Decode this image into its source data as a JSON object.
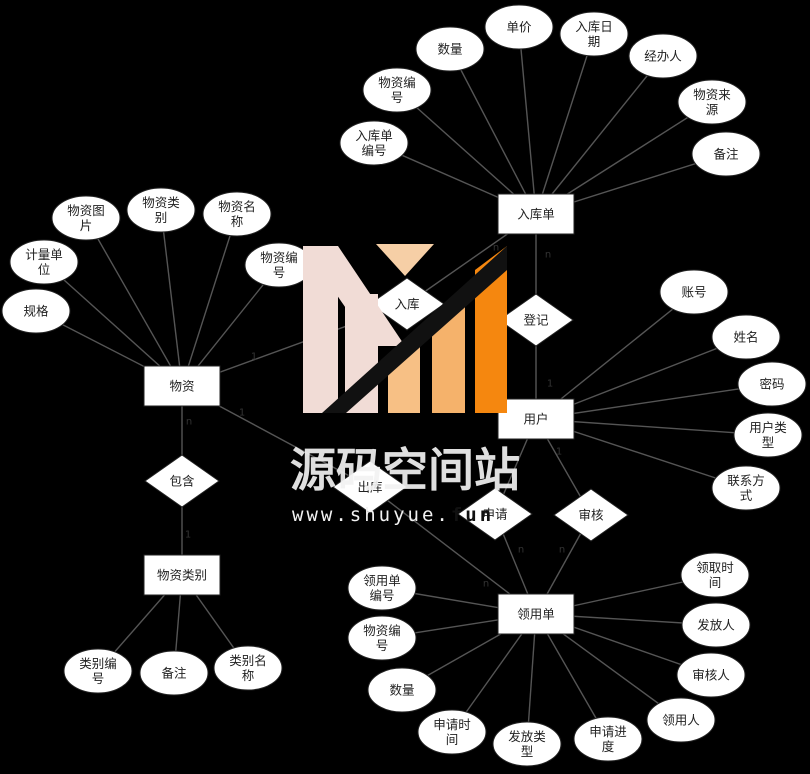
{
  "entities": {
    "inbound": "入库单",
    "material": "物资",
    "user": "用户",
    "category": "物资类别",
    "requisition": "领用单"
  },
  "relationships": {
    "inbound_rel": "入库",
    "register": "登记",
    "contains": "包含",
    "outbound": "出库",
    "apply": "申请",
    "review": "审核"
  },
  "attributes": {
    "inbound": {
      "code": [
        "入库单",
        "编号"
      ],
      "material_code": [
        "物资编",
        "号"
      ],
      "quantity": "数量",
      "price": "单价",
      "date": [
        "入库日",
        "期"
      ],
      "handler": "经办人",
      "source": [
        "物资来",
        "源"
      ],
      "note": "备注"
    },
    "material": {
      "spec": "规格",
      "unit": [
        "计量单",
        "位"
      ],
      "picture": [
        "物资图",
        "片"
      ],
      "category": [
        "物资类",
        "别"
      ],
      "name": [
        "物资名",
        "称"
      ],
      "code": [
        "物资编",
        "号"
      ]
    },
    "user": {
      "account": "账号",
      "name": "姓名",
      "password": "密码",
      "type": [
        "用户类",
        "型"
      ],
      "contact": [
        "联系方",
        "式"
      ]
    },
    "category": {
      "code": [
        "类别编",
        "号"
      ],
      "note": "备注",
      "name": [
        "类别名",
        "称"
      ]
    },
    "requisition": {
      "code": [
        "领用单",
        "编号"
      ],
      "material_code": [
        "物资编",
        "号"
      ],
      "quantity": "数量",
      "apply_time": [
        "申请时",
        "间"
      ],
      "issue_type": [
        "发放类",
        "型"
      ],
      "progress": [
        "申请进",
        "度"
      ],
      "receiver": "领用人",
      "reviewer": "审核人",
      "issuer": "发放人",
      "receive_time": [
        "领取时",
        "间"
      ]
    }
  },
  "cardinalities": {
    "inbound_n": "n",
    "register_n": "n",
    "register_1": "1",
    "material_1a": "1",
    "material_1b": "1",
    "contains_n": "n",
    "contains_1": "1",
    "user_1": "1",
    "apply_n": "n",
    "review_n": "n",
    "outbound_n": "n"
  },
  "watermark": {
    "title": "源码空间站",
    "url_prefix": "www.shuyue.",
    "url_suffix": "fun"
  },
  "colors": {
    "background": "#000000",
    "shape_fill": "#ffffff",
    "line": "#555555",
    "logo_light": "#f1dcd6",
    "logo_mid": "#f5b26b",
    "logo_orange": "#f5870f"
  }
}
